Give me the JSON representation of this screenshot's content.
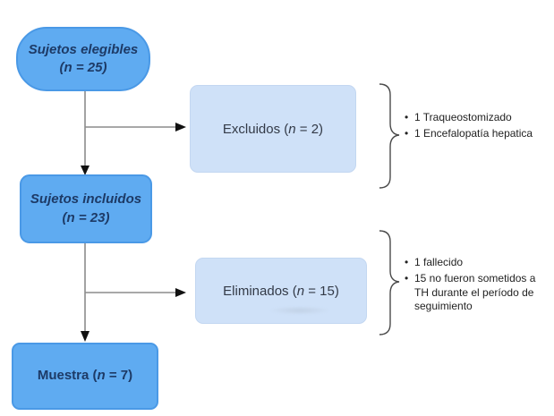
{
  "colors": {
    "node_fill": "#5fabf1",
    "node_border": "#4a99e6",
    "node_text": "#1d3a66",
    "sidebox_fill": "#cfe1f8",
    "sidebox_border": "#c3d7f1",
    "sidebox_text": "#333a47",
    "connector_line": "#8c8c8c",
    "arrowhead": "#111111",
    "brace": "#4a4a4a",
    "background": "#ffffff"
  },
  "bullet_char": "•",
  "flow": {
    "eligible": {
      "line1": "Sujetos elegibles",
      "line2": "(n = 25)"
    },
    "included": {
      "line1": "Sujetos incluidos",
      "line2": "(n = 23)"
    },
    "sample": {
      "prefix": "Muestra (",
      "nvar": "n",
      "suffix": " = 7)"
    },
    "excluded": {
      "box": {
        "prefix": "Excluidos (",
        "nvar": "n",
        "suffix": " = 2)"
      },
      "reasons": [
        "1 Traqueostomizado",
        "1 Encefalopatía hepatica"
      ]
    },
    "eliminated": {
      "box": {
        "prefix": "Eliminados (",
        "nvar": "n",
        "suffix": " = 15)"
      },
      "reasons": [
        "1 fallecido",
        "15 no fueron sometidos a TH durante el período de seguimiento"
      ]
    }
  }
}
